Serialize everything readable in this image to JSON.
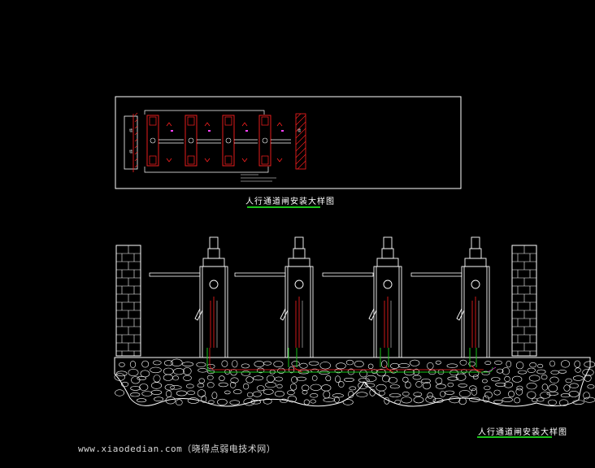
{
  "plan_caption": "人行通道闸安装大样图",
  "elevation_caption": "人行通道闸安装大样图",
  "watermark": "www.xiaodedian.com（晓得点弱电技术网）",
  "colors": {
    "background": "#000000",
    "line": "#ffffff",
    "red": "#ff2020",
    "green": "#19c419",
    "magenta": "#ff40ff"
  },
  "turnstile_count": 4
}
